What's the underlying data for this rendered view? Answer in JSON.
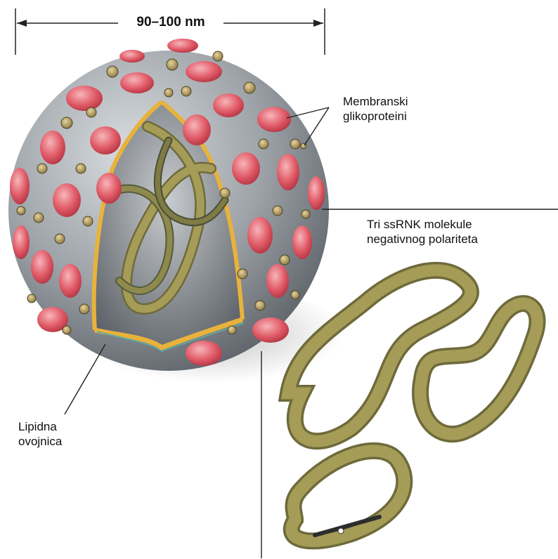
{
  "diagram": {
    "dimension": "90–100 nm",
    "labels": {
      "glycoproteins": [
        "Membranski",
        "glikoproteini"
      ],
      "rna": [
        "Tri ssRNK molekule",
        "negativnog polariteta"
      ],
      "envelope": [
        "Lipidna",
        "ovojnica"
      ]
    },
    "colors": {
      "capsule": "#9da3a8",
      "spike_red": "#e05a66",
      "spike_small": "#b59a5c",
      "rna_strand": "#a59c58",
      "envelope_inner": "#e8b23c"
    }
  }
}
